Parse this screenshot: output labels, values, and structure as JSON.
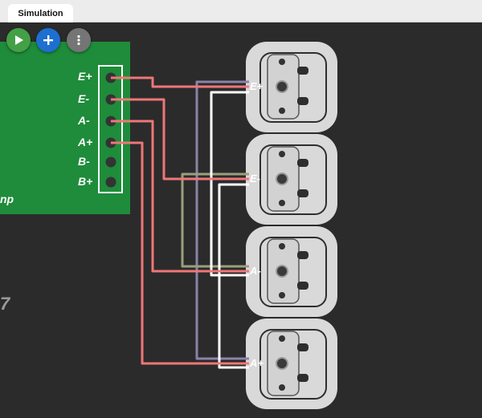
{
  "tab": {
    "label": "Simulation"
  },
  "toolbar": {
    "run_icon": "play-icon",
    "add_icon": "plus-icon",
    "more_icon": "more-vertical-icon"
  },
  "board": {
    "color": "#1e8c3a",
    "partial_label": "np",
    "pins": [
      "E+",
      "E-",
      "A-",
      "A+",
      "B-",
      "B+"
    ]
  },
  "load_cells": [
    {
      "label": "E+"
    },
    {
      "label": "E-"
    },
    {
      "label": "A-"
    },
    {
      "label": "A+"
    }
  ],
  "stray_glyph": "7",
  "colors": {
    "red_wire": "#ee7777",
    "purple_wire": "#8c82a8",
    "green_wire": "#98a07c",
    "white_wire": "#ffffff",
    "canvas": "#2b2b2b"
  }
}
